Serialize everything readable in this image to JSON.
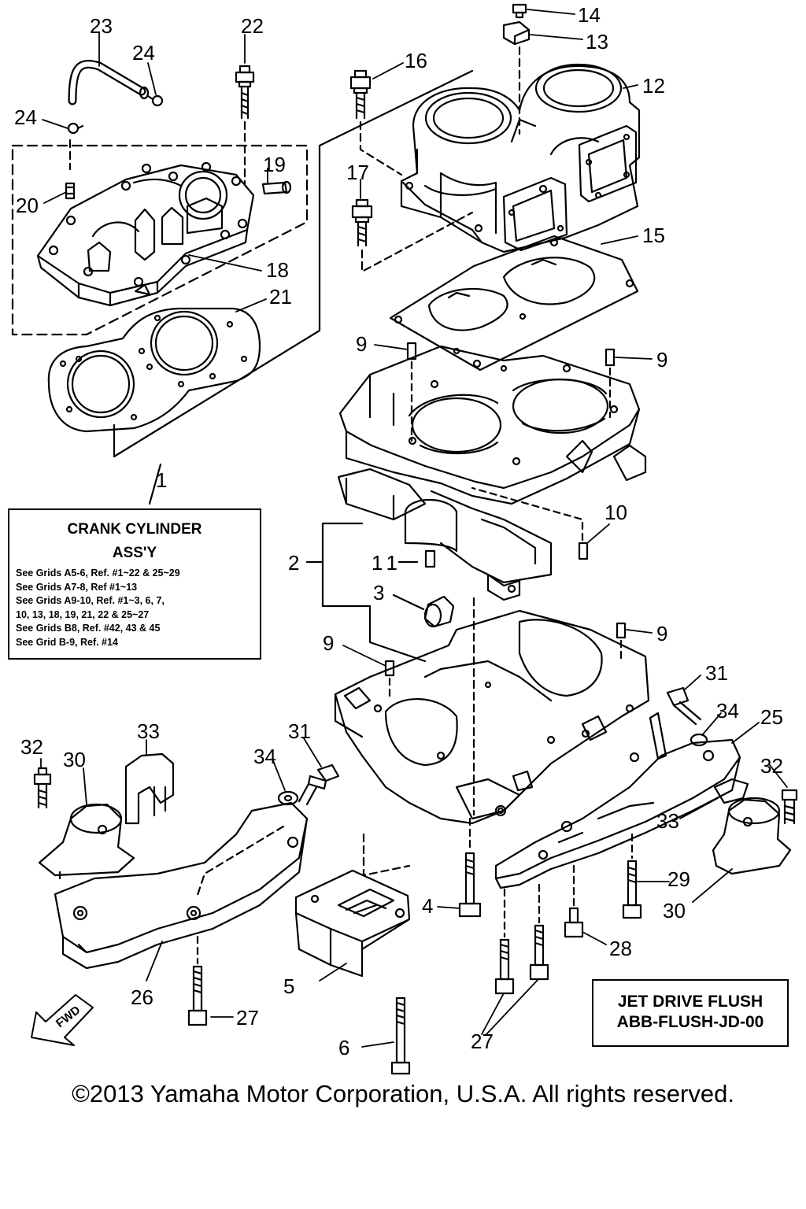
{
  "callouts": [
    {
      "id": "c1",
      "text": "1"
    },
    {
      "id": "c2",
      "text": "2"
    },
    {
      "id": "c3",
      "text": "3"
    },
    {
      "id": "c4",
      "text": "4"
    },
    {
      "id": "c5",
      "text": "5"
    },
    {
      "id": "c6",
      "text": "6"
    },
    {
      "id": "c9a",
      "text": "9"
    },
    {
      "id": "c9b",
      "text": "9"
    },
    {
      "id": "c9c",
      "text": "9"
    },
    {
      "id": "c9d",
      "text": "9"
    },
    {
      "id": "c10",
      "text": "10"
    },
    {
      "id": "c11",
      "text": "11"
    },
    {
      "id": "c12",
      "text": "12"
    },
    {
      "id": "c13",
      "text": "13"
    },
    {
      "id": "c14",
      "text": "14"
    },
    {
      "id": "c15",
      "text": "15"
    },
    {
      "id": "c16",
      "text": "16"
    },
    {
      "id": "c17",
      "text": "17"
    },
    {
      "id": "c18",
      "text": "18"
    },
    {
      "id": "c19",
      "text": "19"
    },
    {
      "id": "c20",
      "text": "20"
    },
    {
      "id": "c21",
      "text": "21"
    },
    {
      "id": "c22",
      "text": "22"
    },
    {
      "id": "c23",
      "text": "23"
    },
    {
      "id": "c24a",
      "text": "24"
    },
    {
      "id": "c24b",
      "text": "24"
    },
    {
      "id": "c25",
      "text": "25"
    },
    {
      "id": "c26",
      "text": "26"
    },
    {
      "id": "c27a",
      "text": "27"
    },
    {
      "id": "c27b",
      "text": "27"
    },
    {
      "id": "c28",
      "text": "28"
    },
    {
      "id": "c29",
      "text": "29"
    },
    {
      "id": "c30a",
      "text": "30"
    },
    {
      "id": "c30b",
      "text": "30"
    },
    {
      "id": "c31a",
      "text": "31"
    },
    {
      "id": "c31b",
      "text": "31"
    },
    {
      "id": "c32a",
      "text": "32"
    },
    {
      "id": "c32b",
      "text": "32"
    },
    {
      "id": "c33a",
      "text": "33"
    },
    {
      "id": "c33b",
      "text": "33"
    },
    {
      "id": "c34a",
      "text": "34"
    },
    {
      "id": "c34b",
      "text": "34"
    }
  ],
  "info_box": {
    "title": "CRANK CYLINDER",
    "subtitle": "ASS'Y",
    "lines": [
      "See Grids A5-6, Ref. #1~22 & 25~29",
      "See Grids A7-8, Ref #1~13",
      "See Grids A9-10, Ref. #1~3, 6, 7,",
      "10, 13, 18, 19, 21, 22 & 25~27",
      "See Grids B8, Ref. #42, 43 & 45",
      "See Grid B-9, Ref. #14"
    ]
  },
  "flush_box": {
    "line1": "JET DRIVE FLUSH",
    "line2": "ABB-FLUSH-JD-00"
  },
  "fwd_label": "FWD",
  "copyright": "©2013 Yamaha Motor Corporation, U.S.A. All rights reserved."
}
